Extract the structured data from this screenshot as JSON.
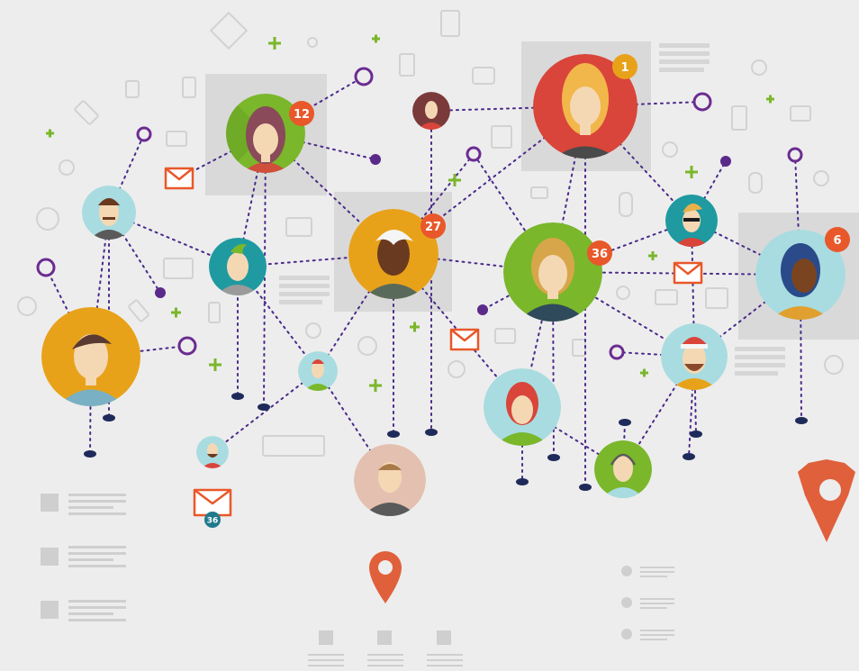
{
  "badges": {
    "b12": "12",
    "b1": "1",
    "b27": "27",
    "b36": "36",
    "b6": "6",
    "mail36": "36"
  },
  "colors": {
    "background": "#ededed",
    "dotted_line": "#4a2a8a",
    "terminal_dot": "#1e2a5a",
    "ring": "#6b2c91",
    "plus": "#7ab72b",
    "badge": "#e8582a",
    "badge_gold": "#e8a21a",
    "mail": "#e8582a",
    "pin": "#e0603c",
    "highlight_box": "#d9d9d9",
    "faint_icon": "#cfcfcf"
  },
  "icons": [
    "mail-icon",
    "location-pin-icon",
    "plus-icon",
    "ring-node-icon",
    "avatar-icon"
  ]
}
